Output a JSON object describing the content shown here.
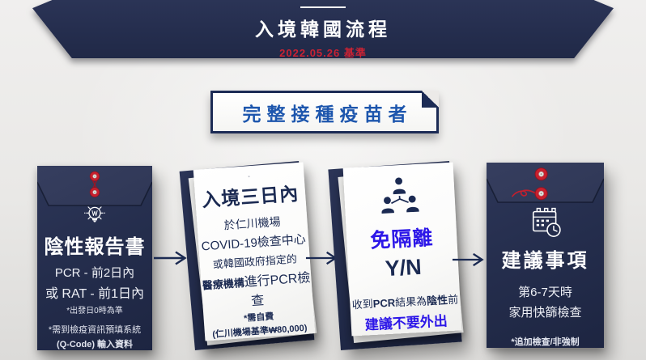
{
  "header": {
    "title": "入境韓國流程",
    "date_note": "2022.05.26 基準"
  },
  "badge": {
    "label": "完整接種疫苗者"
  },
  "icons": {
    "step1": "lightbulb-icon",
    "step2": "flowchart-document-icon",
    "step3": "people-group-icon",
    "step4": "calendar-clock-icon",
    "between_steps": "right-arrow-icon",
    "badge_corner": "folded-corner",
    "envelope_fastener": "red-string-button"
  },
  "step1": {
    "title": "陰性報告書",
    "line1": "PCR - 前2日內",
    "line2": "或 RAT -  前1日內",
    "note1": "*出發日0時為準",
    "note2": "*需到檢疫資訊預填系統",
    "note3": "(Q-Code) 輸入資料"
  },
  "step2": {
    "title": "入境三日內",
    "line1": "於仁川機場",
    "line2": "COVID-19檢查中心",
    "line3": "或韓國政府指定的",
    "line4a": "醫療機構",
    "line4b": "進行PCR檢查",
    "note1": "*需自費",
    "note2": "(仁川機場基準₩80,000)"
  },
  "step3": {
    "title": "免隔離",
    "subtitle": "Y/N",
    "body_pre": "收到",
    "body_bold1": "PCR",
    "body_mid": "結果為",
    "body_bold2": "陰性",
    "body_post": "前",
    "highlight": "建議不要外出"
  },
  "step4": {
    "title": "建議事項",
    "line1": "第6-7天時",
    "line2": "家用快篩檢查",
    "note1": "*追加檢查/非強制"
  },
  "colors": {
    "navy": "#232c4d",
    "red": "#c62130",
    "badge_blue": "#1d56ad",
    "violet_blue": "#2d17e8",
    "background": "#eae9e7",
    "paper_white": "#fcfcfb"
  }
}
